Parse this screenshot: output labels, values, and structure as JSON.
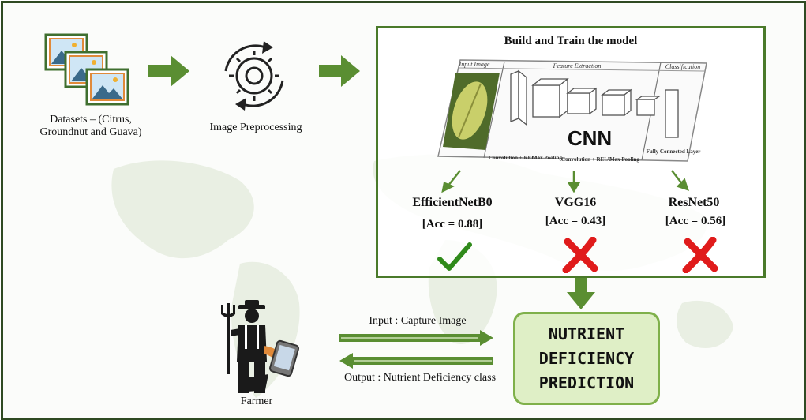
{
  "flow": {
    "datasets_label": "Datasets – (Citrus, Groundnut and Guava)",
    "preprocessing_label": "Image Preprocessing"
  },
  "model": {
    "title": "Build and Train the model",
    "cnn": {
      "input_header": "Input Image",
      "feature_header": "Feature Extraction",
      "class_header": "Classification",
      "center_label": "CNN",
      "layers": [
        "Convolution + RELU",
        "Max Pooling",
        "Convolution + RELU",
        "Max Pooling",
        "Fully Connected Layer"
      ]
    },
    "results": [
      {
        "name": "EfficientNetB0",
        "accuracy": "[Acc = 0.88]",
        "selected": true
      },
      {
        "name": "VGG16",
        "accuracy": "[Acc = 0.43]",
        "selected": false
      },
      {
        "name": "ResNet50",
        "accuracy": "[Acc = 0.56]",
        "selected": false
      }
    ]
  },
  "io": {
    "input_label": "Input : Capture Image",
    "output_label": "Output : Nutrient Deficiency class",
    "farmer_label": "Farmer"
  },
  "prediction": {
    "label": "NUTRIENT\nDEFICIENCY\nPREDICTION"
  },
  "colors": {
    "frame": "#2f4a22",
    "arrow": "#5a8e32",
    "box_border": "#4a7a2a",
    "check": "#2f8a1a",
    "cross": "#e01b1b",
    "prediction_fill": "#dfefc6",
    "prediction_border": "#7fb04a"
  }
}
